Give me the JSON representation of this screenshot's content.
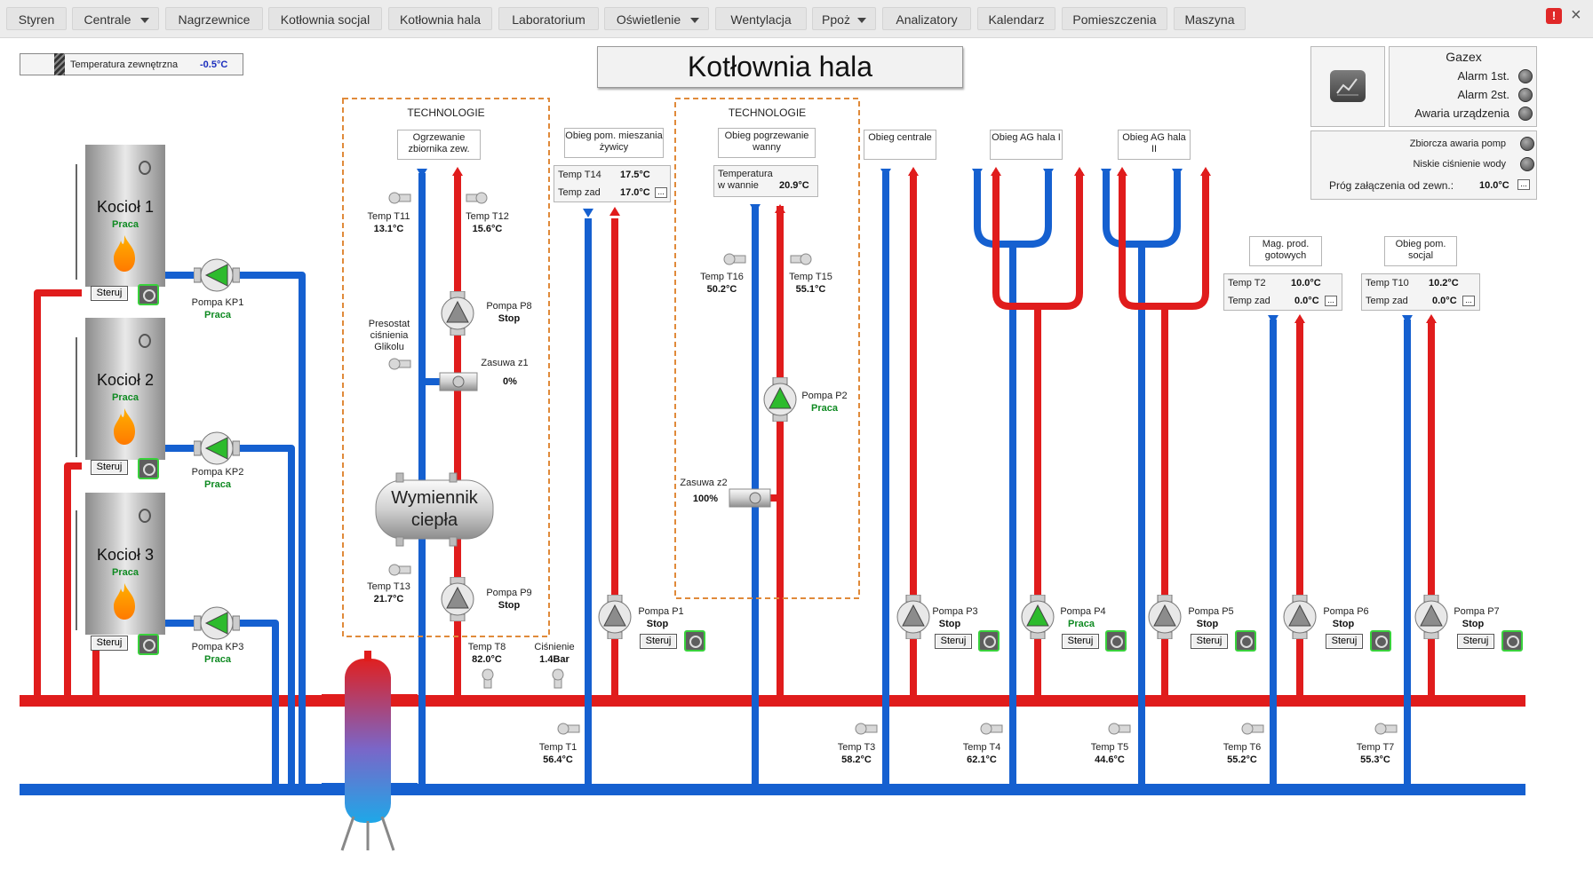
{
  "menu": {
    "tabs": [
      {
        "label": "Styren",
        "dropdown": false
      },
      {
        "label": "Centrale",
        "dropdown": true
      },
      {
        "label": "Nagrzewnice",
        "dropdown": false
      },
      {
        "label": "Kotłownia socjal",
        "dropdown": false
      },
      {
        "label": "Kotłownia hala",
        "dropdown": false
      },
      {
        "label": "Laboratorium",
        "dropdown": false
      },
      {
        "label": "Oświetlenie",
        "dropdown": true
      },
      {
        "label": "Wentylacja",
        "dropdown": false
      },
      {
        "label": "Ppoż",
        "dropdown": true
      },
      {
        "label": "Analizatory",
        "dropdown": false
      },
      {
        "label": "Kalendarz",
        "dropdown": false
      },
      {
        "label": "Pomieszczenia",
        "dropdown": false
      },
      {
        "label": "Maszyna",
        "dropdown": false
      }
    ],
    "alarm_icon": "!",
    "close": "×"
  },
  "page_title": "Kotłownia hala",
  "outdoor_temp": {
    "label": "Temperatura zewnętrzna",
    "value": "-0.5°C"
  },
  "gazex": {
    "title": "Gazex",
    "alarm1": "Alarm 1st.",
    "alarm2": "Alarm 2st.",
    "fault": "Awaria urządzenia"
  },
  "status_panel": {
    "pump_fault": "Zbiorcza awaria pomp",
    "low_pressure": "Niskie ciśnienie wody",
    "threshold_label": "Próg załączenia od zewn.:",
    "threshold_value": "10.0°C"
  },
  "boilers": [
    {
      "name": "Kocioł 1",
      "state": "Praca"
    },
    {
      "name": "Kocioł 2",
      "state": "Praca"
    },
    {
      "name": "Kocioł 3",
      "state": "Praca"
    }
  ],
  "kp_pumps": [
    {
      "name": "Pompa KP1",
      "state": "Praca"
    },
    {
      "name": "Pompa KP2",
      "state": "Praca"
    },
    {
      "name": "Pompa KP3",
      "state": "Praca"
    }
  ],
  "steruj": "Steruj",
  "dots": "...",
  "tech1": {
    "title": "TECHNOLOGIE",
    "header": "Ogrzewanie zbiornika zew.",
    "t11": {
      "label": "Temp T11",
      "value": "13.1°C"
    },
    "t12": {
      "label": "Temp T12",
      "value": "15.6°C"
    },
    "p8": {
      "name": "Pompa P8",
      "state": "Stop"
    },
    "presostat": "Presostat ciśnienia Glikolu",
    "valve_z1": {
      "label": "Zasuwa z1",
      "value": "0%"
    },
    "exchanger": "Wymiennik ciepła",
    "t13": {
      "label": "Temp T13",
      "value": "21.7°C"
    },
    "p9": {
      "name": "Pompa P9",
      "state": "Stop"
    }
  },
  "tech2": {
    "title": "TECHNOLOGIE",
    "header": "Obieg pogrzewanie wanny",
    "tank_label": "Temperatura w wannie",
    "tank_value": "20.9°C",
    "t16": {
      "label": "Temp T16",
      "value": "50.2°C"
    },
    "t15": {
      "label": "Temp T15",
      "value": "55.1°C"
    },
    "p2": {
      "name": "Pompa P2",
      "state": "Praca"
    },
    "valve_z2": {
      "label": "Zasuwa z2",
      "value": "100%"
    }
  },
  "mixing": {
    "header": "Obieg pom. mieszania żywicy",
    "t14_label": "Temp T14",
    "t14_value": "17.5°C",
    "zad_label": "Temp zad",
    "zad_value": "17.0°C"
  },
  "circuits": {
    "centrale": "Obieg centrale",
    "ag1": "Obieg AG hala I",
    "ag2": "Obieg AG hala II",
    "mag": "Mag. prod. gotowych",
    "socjal": "Obieg pom. socjal"
  },
  "mag_read": {
    "t2_label": "Temp T2",
    "t2_value": "10.0°C",
    "zad_label": "Temp zad",
    "zad_value": "0.0°C"
  },
  "socjal_read": {
    "t10_label": "Temp T10",
    "t10_value": "10.2°C",
    "zad_label": "Temp zad",
    "zad_value": "0.0°C"
  },
  "pumps": [
    {
      "name": "Pompa P1",
      "state": "Stop"
    },
    {
      "name": "Pompa P3",
      "state": "Stop"
    },
    {
      "name": "Pompa P4",
      "state": "Praca"
    },
    {
      "name": "Pompa P5",
      "state": "Stop"
    },
    {
      "name": "Pompa P6",
      "state": "Stop"
    },
    {
      "name": "Pompa P7",
      "state": "Stop"
    }
  ],
  "t8": {
    "label": "Temp T8",
    "value": "82.0°C"
  },
  "pressure": {
    "label": "Ciśnienie",
    "value": "1.4Bar"
  },
  "return_temps": [
    {
      "label": "Temp T1",
      "value": "56.4°C"
    },
    {
      "label": "Temp T3",
      "value": "58.2°C"
    },
    {
      "label": "Temp T4",
      "value": "62.1°C"
    },
    {
      "label": "Temp T5",
      "value": "44.6°C"
    },
    {
      "label": "Temp T6",
      "value": "55.2°C"
    },
    {
      "label": "Temp T7",
      "value": "55.3°C"
    }
  ],
  "colors": {
    "supply": "#e01c1c",
    "return": "#1560d0",
    "running": "#2dbb2d",
    "stopped": "#8c8c8c"
  }
}
